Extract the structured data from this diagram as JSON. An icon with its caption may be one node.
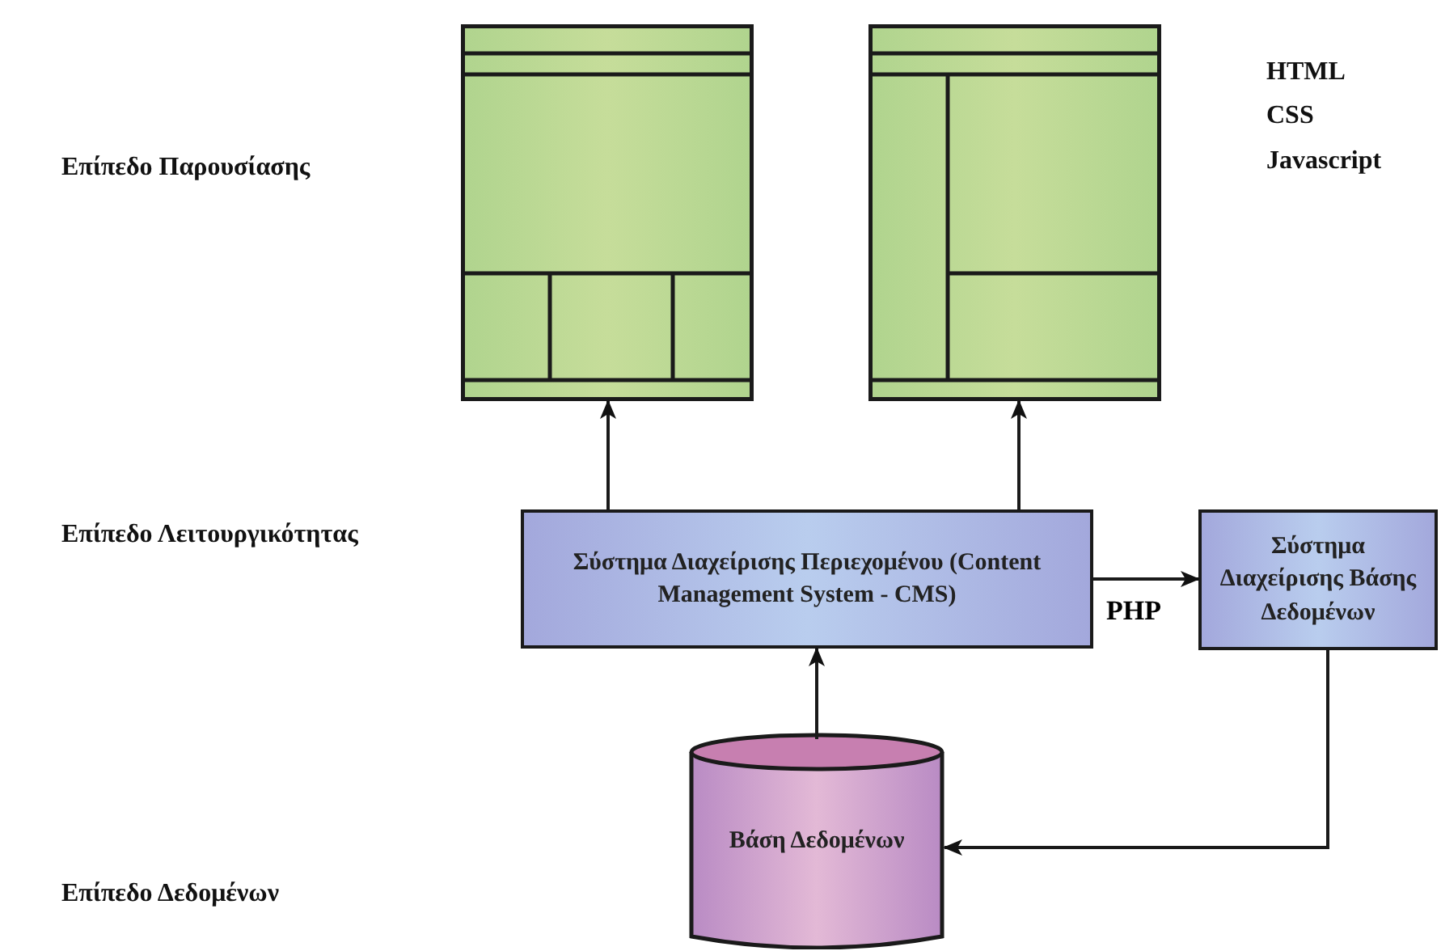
{
  "diagram": {
    "nodes": [
      {
        "text": [],
        "shape": "box"
      },
      {
        "text": [],
        "shape": "box"
      },
      {
        "text": [
          "Σύστημα Διαχείρισης Περιεχομένου (Content Management System - CMS)"
        ]
      },
      {
        "text": [
          "Σύστημα Διαχείρισης Βάσης Δεδομένων"
        ]
      },
      {
        "text": [
          "Βάση Δεδομένων"
        ]
      }
    ],
    "edges": [
      {
        "from": 2,
        "to": 0,
        "arrow": "to"
      },
      {
        "from": 2,
        "to": 1,
        "arrow": "to"
      },
      {
        "from": 4,
        "to": 2,
        "arrow": "to"
      },
      {
        "from": 2,
        "to": 3,
        "arrow": "to",
        "label": "PHP"
      },
      {
        "from": 3,
        "to": 4,
        "arrow": "to"
      }
    ],
    "labels": [
      "Επίπεδο Παρουσίασης",
      "HTML",
      "CSS",
      "Javascript",
      "Επίπεδο Λειτουργικότητας",
      "Επίπεδο Δεδομένων"
    ]
  }
}
